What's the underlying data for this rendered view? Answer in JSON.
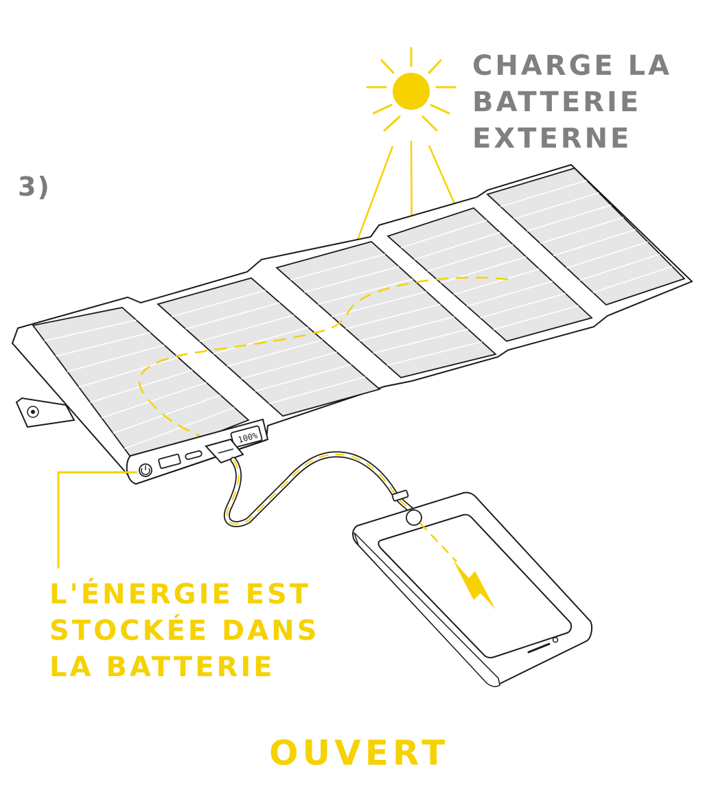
{
  "step_label": "3)",
  "top_callout": [
    "CHARGE LA",
    "BATTERIE",
    "EXTERNE"
  ],
  "left_callout": [
    "L'ÉNERGIE EST",
    "STOCKÉE DANS",
    "LA BATTERIE"
  ],
  "battery_display": "100%",
  "bottom_label": "OUVERT",
  "colors": {
    "accent_yellow": "#f6d200",
    "text_gray": "#808080",
    "panel_fill": "#e6e6e6",
    "outline": "#1a1a1a"
  },
  "icons": [
    "sun-icon",
    "lightning-icon",
    "power-icon",
    "usb-port-icon",
    "usb-c-port-icon"
  ]
}
